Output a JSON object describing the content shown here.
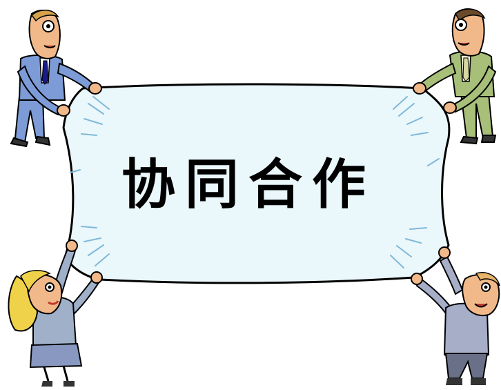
{
  "banner": {
    "text": "协同合作",
    "fill_color": "#eaf7fb",
    "outline_color": "#000000",
    "ripple_color": "#7fb8d8"
  },
  "people": [
    {
      "name": "man-top-left",
      "suit": "#7d9bd6",
      "tie": "#1a1a8a",
      "skin": "#f1b98a",
      "hair": "#d6a24a"
    },
    {
      "name": "man-top-right",
      "suit": "#a8bf7a",
      "tie": "#d8d8a0",
      "skin": "#f1b98a",
      "hair": "#6b4a2a"
    },
    {
      "name": "woman-bottom-left",
      "top": "#9fb0c8",
      "skirt": "#8898c0",
      "skin": "#f1b98a",
      "hair": "#f0d24a"
    },
    {
      "name": "man-bottom-right",
      "top": "#a6aec8",
      "pants": "#6a7088",
      "skin": "#f1b98a",
      "hair": "#e7b469"
    }
  ]
}
